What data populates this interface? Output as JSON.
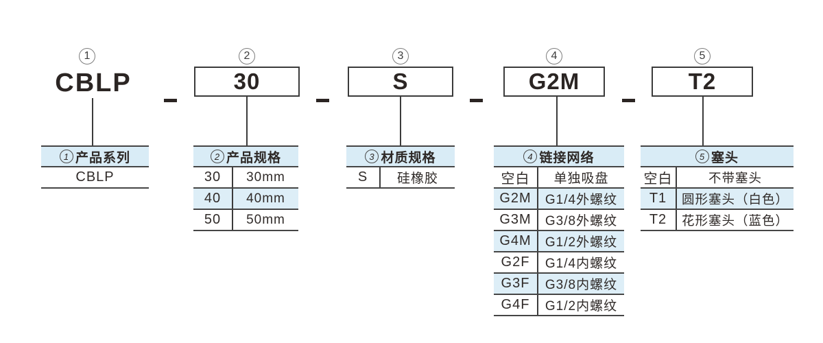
{
  "code_row": {
    "separator": "-",
    "segments": [
      {
        "num": "1",
        "code": "CBLP"
      },
      {
        "num": "2",
        "code": "30"
      },
      {
        "num": "3",
        "code": "S"
      },
      {
        "num": "4",
        "code": "G2M"
      },
      {
        "num": "5",
        "code": "T2"
      }
    ]
  },
  "tables": [
    {
      "num": "1",
      "title": "产品系列",
      "rows": [
        {
          "code": "CBLP",
          "desc": ""
        }
      ]
    },
    {
      "num": "2",
      "title": "产品规格",
      "rows": [
        {
          "code": "30",
          "desc": "30mm"
        },
        {
          "code": "40",
          "desc": "40mm"
        },
        {
          "code": "50",
          "desc": "50mm"
        }
      ]
    },
    {
      "num": "3",
      "title": "材质规格",
      "rows": [
        {
          "code": "S",
          "desc": "硅橡胶"
        }
      ]
    },
    {
      "num": "4",
      "title": "链接网络",
      "rows": [
        {
          "code": "空白",
          "desc": "单独吸盘"
        },
        {
          "code": "G2M",
          "desc": "G1/4外螺纹"
        },
        {
          "code": "G3M",
          "desc": "G3/8外螺纹"
        },
        {
          "code": "G4M",
          "desc": "G1/2外螺纹"
        },
        {
          "code": "G2F",
          "desc": "G1/4内螺纹"
        },
        {
          "code": "G3F",
          "desc": "G3/8内螺纹"
        },
        {
          "code": "G4F",
          "desc": "G1/2内螺纹"
        }
      ]
    },
    {
      "num": "5",
      "title": "塞头",
      "rows": [
        {
          "code": "空白",
          "desc": "不带塞头"
        },
        {
          "code": "T1",
          "desc": "圆形塞头（白色）"
        },
        {
          "code": "T2",
          "desc": "花形塞头（蓝色）"
        }
      ]
    }
  ],
  "colors": {
    "header_bg": "#d9ecf6",
    "stripe_bg": "#ddeef7",
    "line": "#454545",
    "text": "#2b2523"
  }
}
